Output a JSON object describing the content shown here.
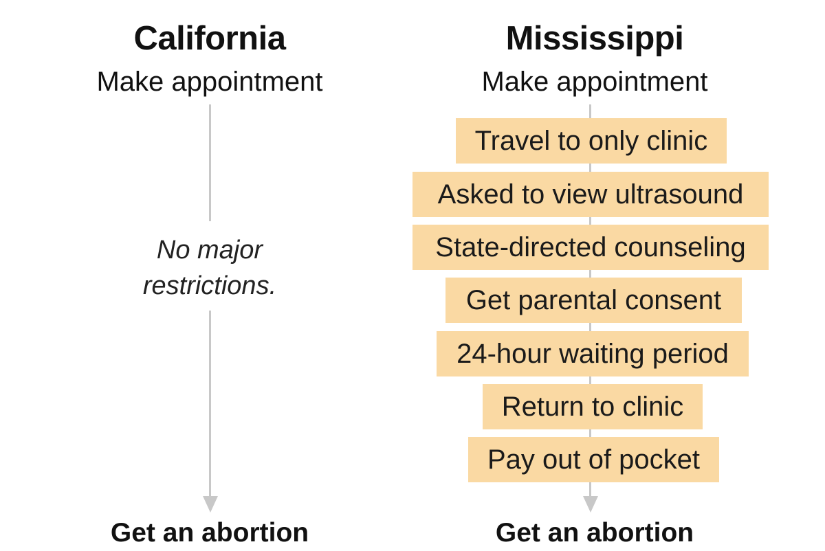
{
  "california": {
    "title": "California",
    "start": "Make appointment",
    "note_line1": "No major",
    "note_line2": "restrictions.",
    "end": "Get an abortion"
  },
  "mississippi": {
    "title": "Mississippi",
    "start": "Make appointment",
    "steps": [
      "Travel to only clinic",
      "Asked to view ultrasound",
      "State-directed counseling",
      "Get parental consent",
      "24-hour waiting period",
      "Return to clinic",
      "Pay out of pocket"
    ],
    "end": "Get an abortion"
  },
  "colors": {
    "step_fill": "#fad9a3",
    "connector": "#c8c8c8",
    "text": "#111111"
  }
}
